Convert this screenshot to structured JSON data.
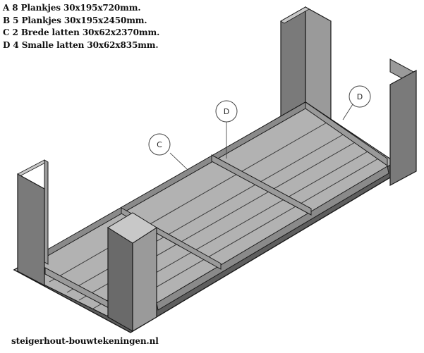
{
  "parts_list": [
    "A 8 Plankjes 30x195x720mm.",
    "B 5 Plankjes 30x195x2450mm.",
    "C 2 Brede latten 30x62x2370mm.",
    "D 4 Smalle latten 30x62x835mm."
  ],
  "callouts": [
    "C",
    "D",
    "D"
  ],
  "footer": "steigerhout-bouwtekeningen.nl",
  "colors": {
    "plank_top": "#b4b4b4",
    "plank_side": "#6e6e6e",
    "leg_front": "#7a7a7a",
    "leg_side": "#5c5c5c",
    "outline": "#1a1a1a"
  }
}
